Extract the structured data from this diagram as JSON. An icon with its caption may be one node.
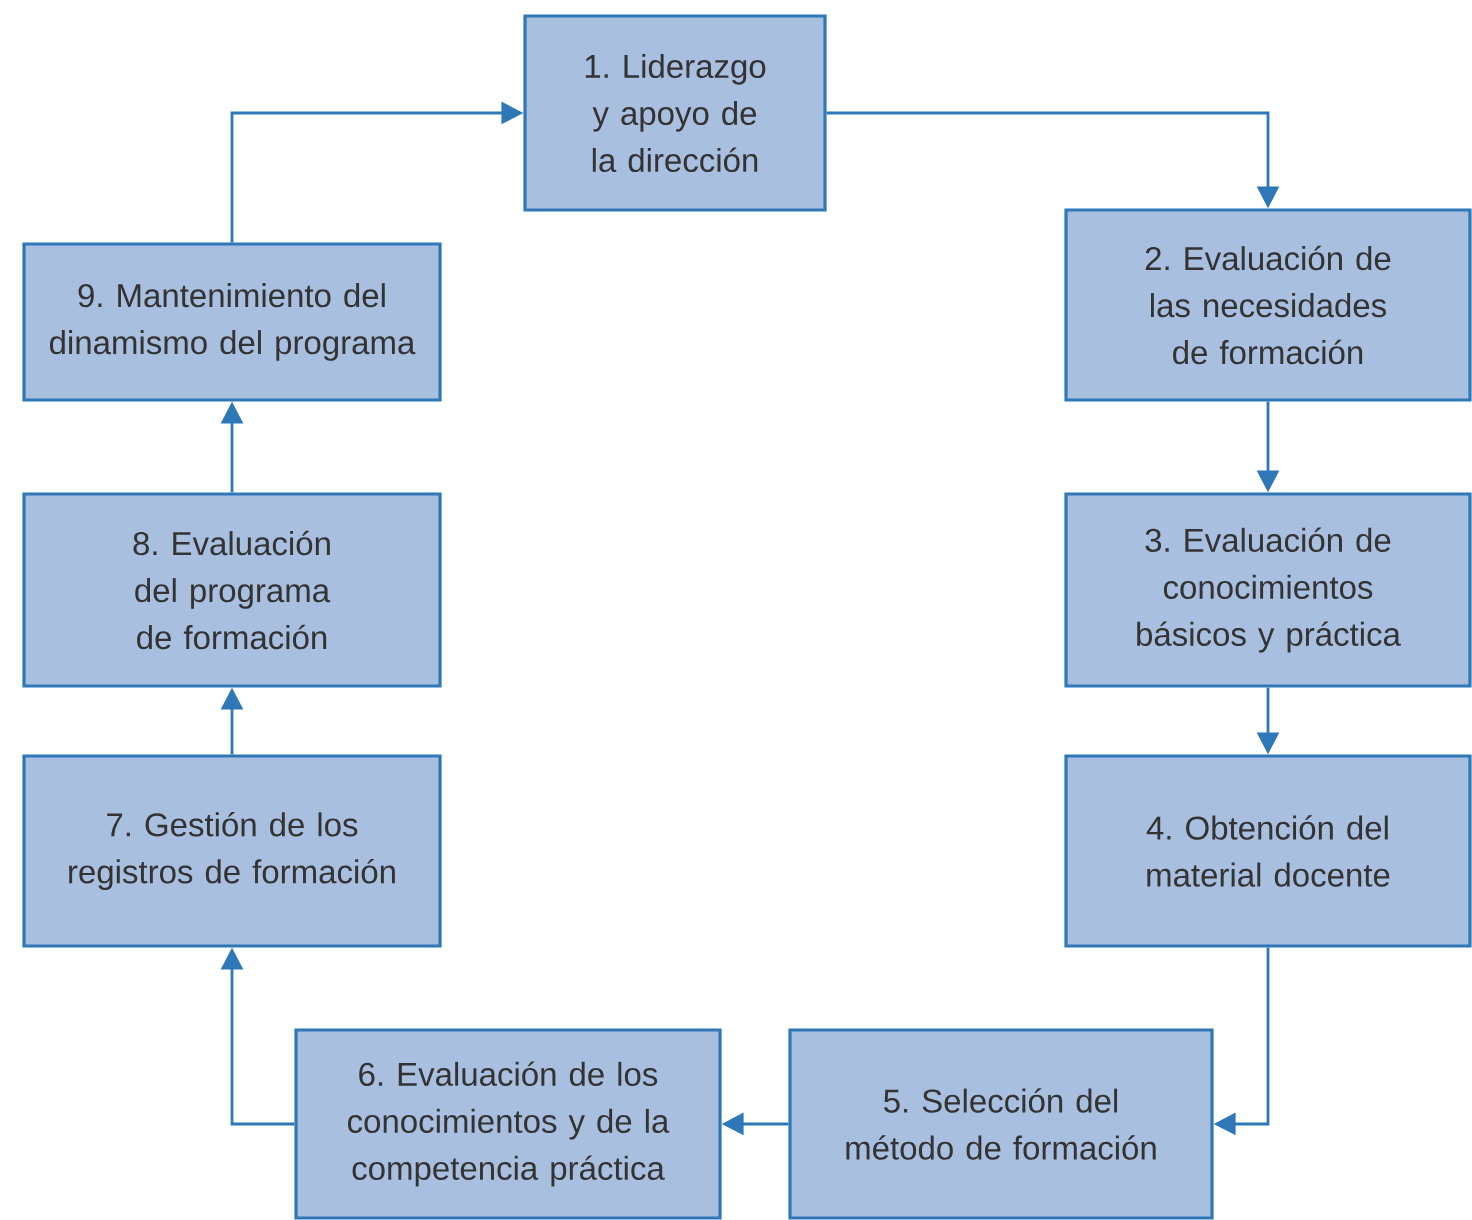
{
  "diagram": {
    "nodes": [
      {
        "text": [
          "1. Liderazgo y apoyo de la dirección"
        ]
      },
      {
        "text": [
          "2. Evaluación de las necesidades de formación"
        ]
      },
      {
        "text": [
          "3. Evaluación de conocimientos básicos y práctica"
        ]
      },
      {
        "text": [
          "4. Obtención del material docente"
        ]
      },
      {
        "text": [
          "5. Selección del método de formación"
        ]
      },
      {
        "text": [
          "6. Evaluación de los conocimientos y de la competencia práctica"
        ]
      },
      {
        "text": [
          "7. Gestión de los registros de formación"
        ]
      },
      {
        "text": [
          "8. Evaluación del programa de formación"
        ]
      },
      {
        "text": [
          "9. Mantenimiento del dinamismo del programa"
        ]
      }
    ],
    "edges": [
      {
        "from": 0,
        "to": 1,
        "arrow": "to"
      },
      {
        "from": 1,
        "to": 2,
        "arrow": "to"
      },
      {
        "from": 2,
        "to": 3,
        "arrow": "to"
      },
      {
        "from": 3,
        "to": 4,
        "arrow": "to"
      },
      {
        "from": 4,
        "to": 5,
        "arrow": "to"
      },
      {
        "from": 5,
        "to": 6,
        "arrow": "to"
      },
      {
        "from": 6,
        "to": 7,
        "arrow": "to"
      },
      {
        "from": 7,
        "to": 8,
        "arrow": "to"
      },
      {
        "from": 8,
        "to": 0,
        "arrow": "to"
      }
    ]
  }
}
